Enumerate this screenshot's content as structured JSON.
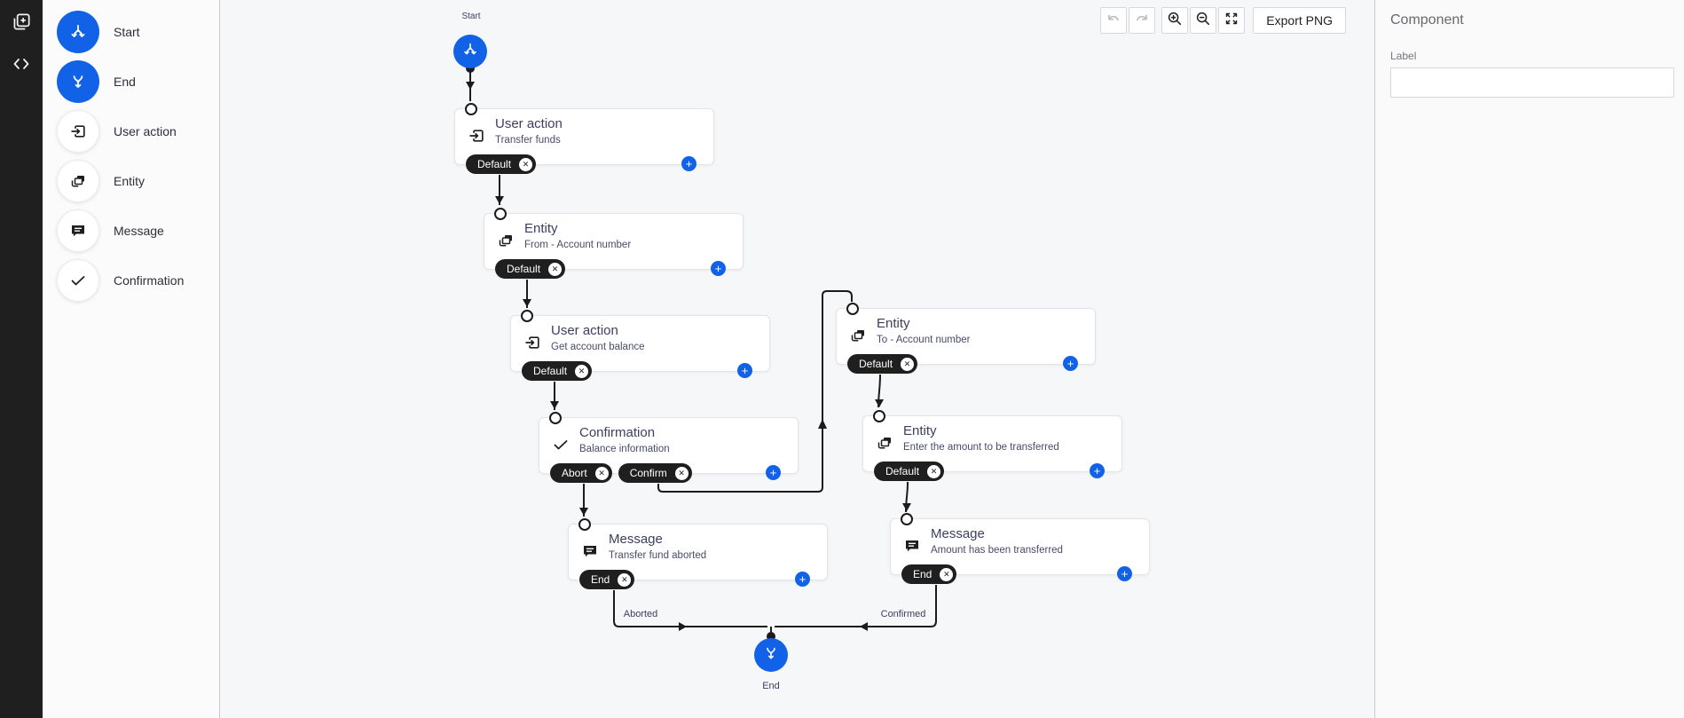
{
  "left_rail": {
    "icons": [
      {
        "name": "add-page-icon"
      },
      {
        "name": "code-icon"
      }
    ]
  },
  "palette": {
    "items": [
      {
        "label": "Start",
        "icon": "split-icon",
        "variant": "blue"
      },
      {
        "label": "End",
        "icon": "merge-icon",
        "variant": "blue"
      },
      {
        "label": "User action",
        "icon": "user-action-icon",
        "variant": "light"
      },
      {
        "label": "Entity",
        "icon": "entity-icon",
        "variant": "light"
      },
      {
        "label": "Message",
        "icon": "message-icon",
        "variant": "light"
      },
      {
        "label": "Confirmation",
        "icon": "check-icon",
        "variant": "light"
      }
    ]
  },
  "toolbar": {
    "buttons": [
      {
        "name": "undo",
        "icon": "undo-icon",
        "disabled": true
      },
      {
        "name": "redo",
        "icon": "redo-icon",
        "disabled": true
      },
      {
        "name": "zoom-in",
        "icon": "zoom-in-icon",
        "disabled": false
      },
      {
        "name": "zoom-out",
        "icon": "zoom-out-icon",
        "disabled": false
      },
      {
        "name": "fullscreen",
        "icon": "fullscreen-icon",
        "disabled": false
      }
    ],
    "export_label": "Export PNG"
  },
  "flow": {
    "start_label": "Start",
    "end_label": "End",
    "edge_labels": {
      "aborted": "Aborted",
      "confirmed": "Confirmed"
    },
    "nodes": [
      {
        "title": "User action",
        "subtitle": "Transfer funds",
        "badges": [
          "Default"
        ]
      },
      {
        "title": "Entity",
        "subtitle": "From - Account number",
        "badges": [
          "Default"
        ]
      },
      {
        "title": "User action",
        "subtitle": "Get account balance",
        "badges": [
          "Default"
        ]
      },
      {
        "title": "Confirmation",
        "subtitle": "Balance information",
        "badges": [
          "Abort",
          "Confirm"
        ]
      },
      {
        "title": "Entity",
        "subtitle": "To - Account number",
        "badges": [
          "Default"
        ]
      },
      {
        "title": "Entity",
        "subtitle": "Enter the amount to be transferred",
        "badges": [
          "Default"
        ]
      },
      {
        "title": "Message",
        "subtitle": "Transfer fund aborted",
        "badges": [
          "End"
        ]
      },
      {
        "title": "Message",
        "subtitle": "Amount has been transferred",
        "badges": [
          "End"
        ]
      }
    ]
  },
  "inspector": {
    "title": "Component",
    "label_field": {
      "label": "Label",
      "value": "",
      "placeholder": ""
    }
  },
  "icons": {
    "plus": "+",
    "remove_x": "✕"
  },
  "colors": {
    "accent_blue": "#1262e8",
    "badge_dark": "#1f1f1f",
    "canvas_bg": "#f6f7f8"
  }
}
